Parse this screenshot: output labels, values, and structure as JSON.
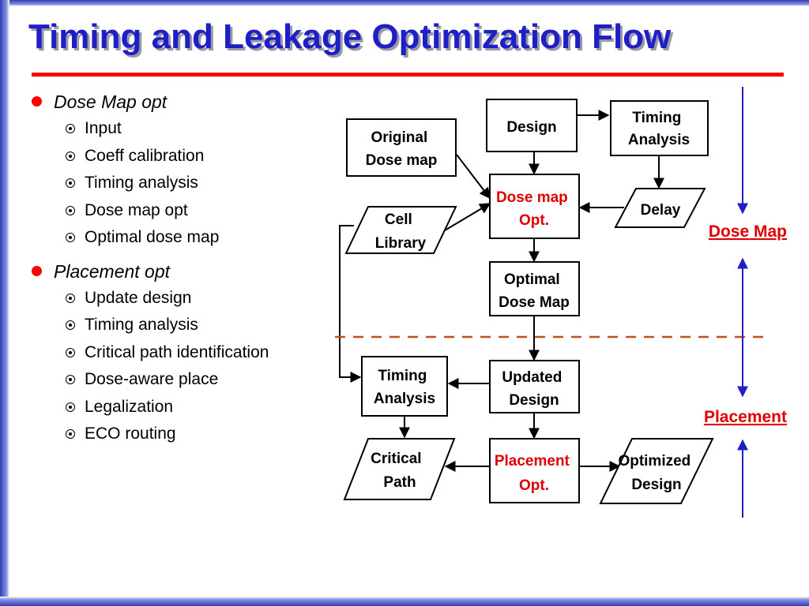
{
  "slide": {
    "title": "Timing and Leakage Optimization Flow"
  },
  "bullets": [
    {
      "label": "Dose Map opt",
      "items": [
        "Input",
        "Coeff calibration",
        "Timing analysis",
        "Dose map opt",
        "Optimal dose map"
      ]
    },
    {
      "label": "Placement opt",
      "items": [
        "Update design",
        "Timing analysis",
        "Critical path identification",
        "Dose-aware place",
        "Legalization",
        "ECO routing"
      ]
    }
  ],
  "diagram": {
    "nodes": {
      "design": [
        "Design"
      ],
      "timing_analysis_top": [
        "Timing",
        "Analysis"
      ],
      "original_dose_map": [
        "Original",
        "Dose map"
      ],
      "dose_map_opt": [
        "Dose map",
        "Opt."
      ],
      "delay": [
        "Delay"
      ],
      "cell_library": [
        "Cell",
        "Library"
      ],
      "optimal_dose_map": [
        "Optimal",
        "Dose Map"
      ],
      "timing_analysis_bottom": [
        "Timing",
        "Analysis"
      ],
      "updated_design": [
        "Updated",
        "Design"
      ],
      "critical_path": [
        "Critical",
        "Path"
      ],
      "placement_opt": [
        "Placement",
        "Opt."
      ],
      "optimized_design": [
        "Optimized",
        "Design"
      ]
    },
    "phases": {
      "dose_map": "Dose Map",
      "placement": "Placement"
    }
  },
  "colors": {
    "title": "#1f1fc8",
    "accent_red": "#e00000",
    "rule": "#ff0000",
    "divider": "#c0501c",
    "phase_arrow": "#1f1fc8"
  }
}
